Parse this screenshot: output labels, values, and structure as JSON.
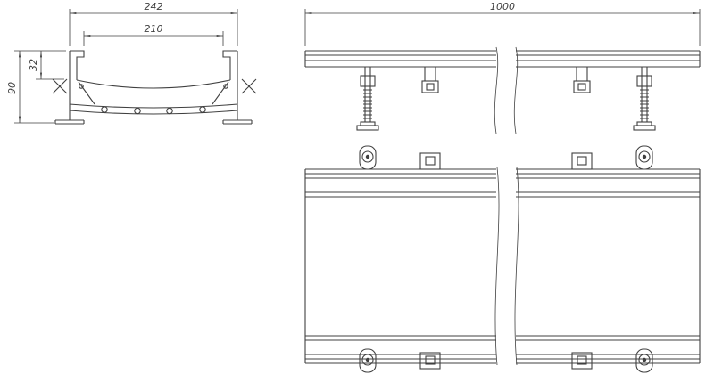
{
  "drawing": {
    "colors": {
      "line": "#404040",
      "background": "#ffffff"
    },
    "cross_section": {
      "dim_overall_width": "242",
      "dim_opening_width": "210",
      "dim_height": "90",
      "dim_edge_depth": "32"
    },
    "long_views": {
      "dim_length": "1000"
    }
  }
}
